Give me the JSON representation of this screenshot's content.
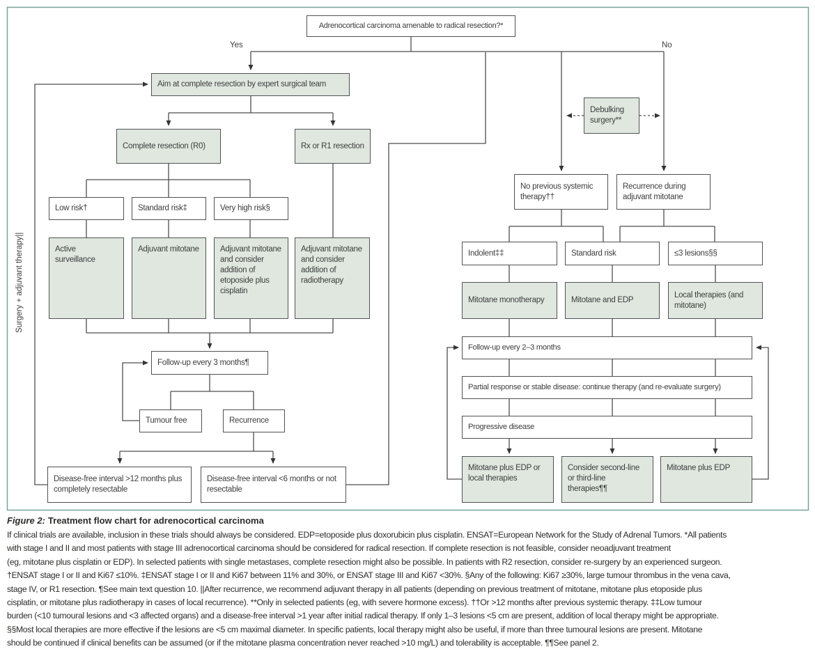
{
  "flow": {
    "yes": "Yes",
    "no": "No",
    "side_label": "Surgery + adjuvant therapy||",
    "root": "Adrenocortical carcinoma amenable to radical resection?*",
    "aim": "Aim at complete resection by expert surgical team",
    "complete_resection": "Complete resection (R0)",
    "rx_r1": "Rx or R1 resection",
    "low_risk": "Low risk†",
    "standard_risk_left": "Standard risk‡",
    "very_high_risk": "Very high risk§",
    "active_surveillance": "Active surveillance",
    "adjuvant_mitotane": "Adjuvant mitotane",
    "adjuvant_mitotane_ep": "Adjuvant mitotane and consider addition of etoposide plus cisplatin",
    "adjuvant_mitotane_rt": "Adjuvant mitotane and consider addition of radiotherapy",
    "followup_3mo": "Follow-up every 3 months¶",
    "tumour_free": "Tumour free",
    "recurrence": "Recurrence",
    "dfi_long": "Disease-free interval >12 months plus completely resectable",
    "dfi_short": "Disease-free interval <6 months or not resectable",
    "debulking": "Debulking surgery**",
    "no_previous": "No previous systemic therapy††",
    "recurrence_adjuvant": "Recurrence during adjuvant mitotane",
    "indolent": "Indolent‡‡",
    "standard_risk_right": "Standard risk",
    "lesions": "≤3 lesions§§",
    "mitotane_mono": "Mitotane monotherapy",
    "mitotane_edp": "Mitotane and EDP",
    "local_therapies": "Local therapies (and mitotane)",
    "followup_23mo": "Follow-up every 2–3 months",
    "partial_response": "Partial response or stable disease: continue therapy (and re-evaluate surgery)",
    "progressive": "Progressive disease",
    "mitotane_edp_local": "Mitotane plus EDP or local therapies",
    "second_third_line": "Consider second-line or third-line therapies¶¶",
    "mitotane_edp2": "Mitotane plus EDP"
  },
  "caption": {
    "figure_label": "Figure 2:",
    "title": "Treatment flow chart for adrenocortical carcinoma",
    "lines": [
      "If clinical trials are available, inclusion in these trials should always be considered. EDP=etoposide plus doxorubicin plus cisplatin. ENSAT=European Network for the Study of Adrenal Tumors. *All patients",
      "with stage I and II and most patients with stage III adrenocortical carcinoma should be considered for radical resection. If complete resection is not feasible, consider neoadjuvant treatment",
      "(eg, mitotane plus cisplatin or EDP). In selected patients with single metastases, complete resection might also be possible. In patients with R2 resection, consider re-surgery by an experienced surgeon.",
      "†ENSAT stage I or II and Ki67 ≤10%. ‡ENSAT stage I or II and Ki67 between 11% and 30%, or ENSAT stage III and Ki67 <30%. §Any of the following: Ki67 ≥30%, large tumour thrombus in the vena cava,",
      "stage IV, or R1 resection. ¶See main text question 10. ||After recurrence, we recommend adjuvant therapy in all patients (depending on previous treatment of mitotane, mitotane plus etoposide plus",
      "cisplatin, or mitotane plus radiotherapy in cases of local recurrence). **Only in selected patients (eg, with severe hormone excess). ††Or >12 months after previous systemic therapy. ‡‡Low tumour",
      "burden (<10 tumoural lesions and <3 affected organs) and a disease-free interval >1 year after initial radical therapy. If only 1–3 lesions <5 cm are present, addition of local therapy might be appropriate.",
      "§§Most local therapies are more effective if the lesions are <5 cm maximal diameter. In specific patients, local therapy might also be useful, if more than three tumoural lesions are present. Mitotane",
      "should be continued if clinical benefits can be assumed (or if the mitotane plasma concentration never reached >10 mg/L) and tolerability is acceptable. ¶¶See panel 2."
    ]
  },
  "colors": {
    "node_green": "#dfe7df",
    "frame_teal": "#76a399",
    "line": "#4d4d4f"
  }
}
